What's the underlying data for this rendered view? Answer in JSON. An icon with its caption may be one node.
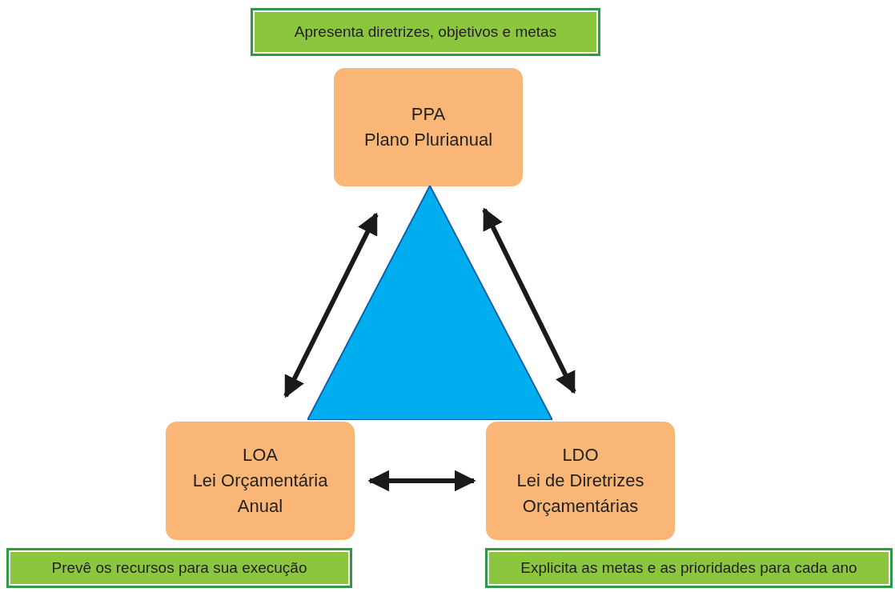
{
  "diagram": {
    "nodes": [
      {
        "text": [
          "Apresenta diretrizes, objetivos e metas"
        ]
      },
      {
        "text": [
          "PPA",
          "Plano Plurianual"
        ]
      },
      {
        "text": [],
        "shape": "triangle"
      },
      {
        "text": [
          "LOA",
          "Lei Orçamentária Anual"
        ]
      },
      {
        "text": [
          "LDO",
          "Lei de Diretrizes Orçamentárias"
        ]
      },
      {
        "text": [
          "Prevê os recursos para sua execução"
        ]
      },
      {
        "text": [
          "Explicita as metas e as prioridades para cada ano"
        ]
      }
    ],
    "edges": [
      {
        "from": 1,
        "to": 3,
        "arrow": "both"
      },
      {
        "from": 1,
        "to": 4,
        "arrow": "both"
      },
      {
        "from": 3,
        "to": 4,
        "arrow": "both"
      }
    ]
  }
}
